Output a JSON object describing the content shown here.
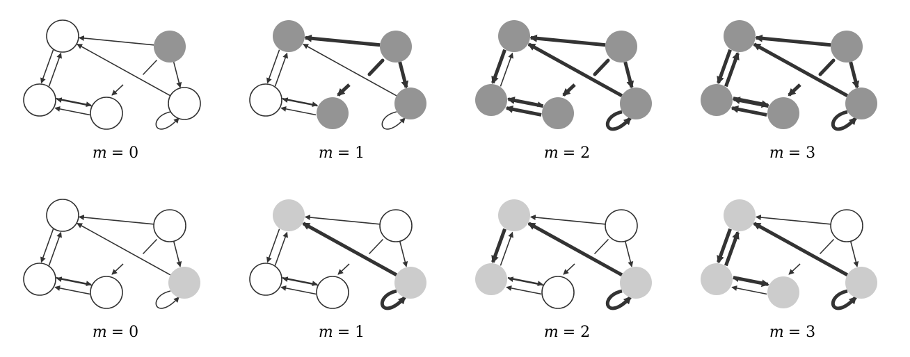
{
  "colors": {
    "stroke": "#333333",
    "empty_fill": "#ffffff",
    "dark_fill": "#949494",
    "light_fill": "#cccccc"
  },
  "rows": [
    {
      "panels": [
        {
          "caption_var": "m",
          "caption_eq": "= 0",
          "node_fills": [
            "empty",
            "dark",
            "empty",
            "empty",
            "empty"
          ],
          "thick_edges": []
        },
        {
          "caption_var": "m",
          "caption_eq": "= 1",
          "node_fills": [
            "dark",
            "dark",
            "empty",
            "dark",
            "dark"
          ],
          "thick_edges": [
            "e1_0",
            "e_in1",
            "e_in3",
            "e1_4"
          ]
        },
        {
          "caption_var": "m",
          "caption_eq": "= 2",
          "node_fills": [
            "dark",
            "dark",
            "dark",
            "dark",
            "dark"
          ],
          "thick_edges": [
            "e1_0",
            "e_in1",
            "e_in3",
            "e1_4",
            "e4_0",
            "e4_4",
            "e0_2",
            "e3_2"
          ]
        },
        {
          "caption_var": "m",
          "caption_eq": "= 3",
          "node_fills": [
            "dark",
            "dark",
            "dark",
            "dark",
            "dark"
          ],
          "thick_edges": [
            "e1_0",
            "e_in1",
            "e_in3",
            "e1_4",
            "e4_0",
            "e4_4",
            "e0_2",
            "e3_2",
            "e2_0",
            "e2_3"
          ]
        }
      ]
    },
    {
      "panels": [
        {
          "caption_var": "m",
          "caption_eq": "= 0",
          "node_fills": [
            "empty",
            "empty",
            "empty",
            "empty",
            "light"
          ],
          "thick_edges": []
        },
        {
          "caption_var": "m",
          "caption_eq": "= 1",
          "node_fills": [
            "light",
            "empty",
            "empty",
            "empty",
            "light"
          ],
          "thick_edges": [
            "e4_0",
            "e4_4"
          ]
        },
        {
          "caption_var": "m",
          "caption_eq": "= 2",
          "node_fills": [
            "light",
            "empty",
            "light",
            "empty",
            "light"
          ],
          "thick_edges": [
            "e4_0",
            "e4_4",
            "e0_2"
          ]
        },
        {
          "caption_var": "m",
          "caption_eq": "= 3",
          "node_fills": [
            "light",
            "empty",
            "light",
            "light",
            "light"
          ],
          "thick_edges": [
            "e4_0",
            "e4_4",
            "e0_2",
            "e2_0",
            "e2_3"
          ]
        }
      ]
    }
  ]
}
